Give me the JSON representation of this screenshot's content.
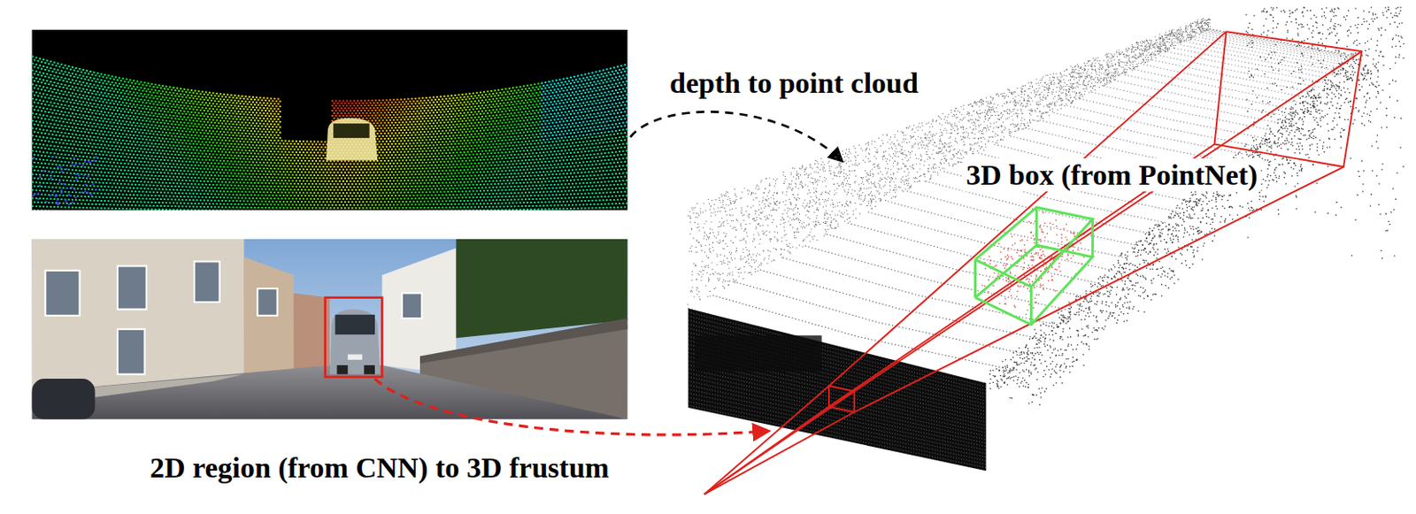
{
  "diagram": {
    "labels": [
      "depth to point cloud",
      "3D box (from PointNet)",
      "2D region (from CNN) to 3D frustum"
    ]
  }
}
